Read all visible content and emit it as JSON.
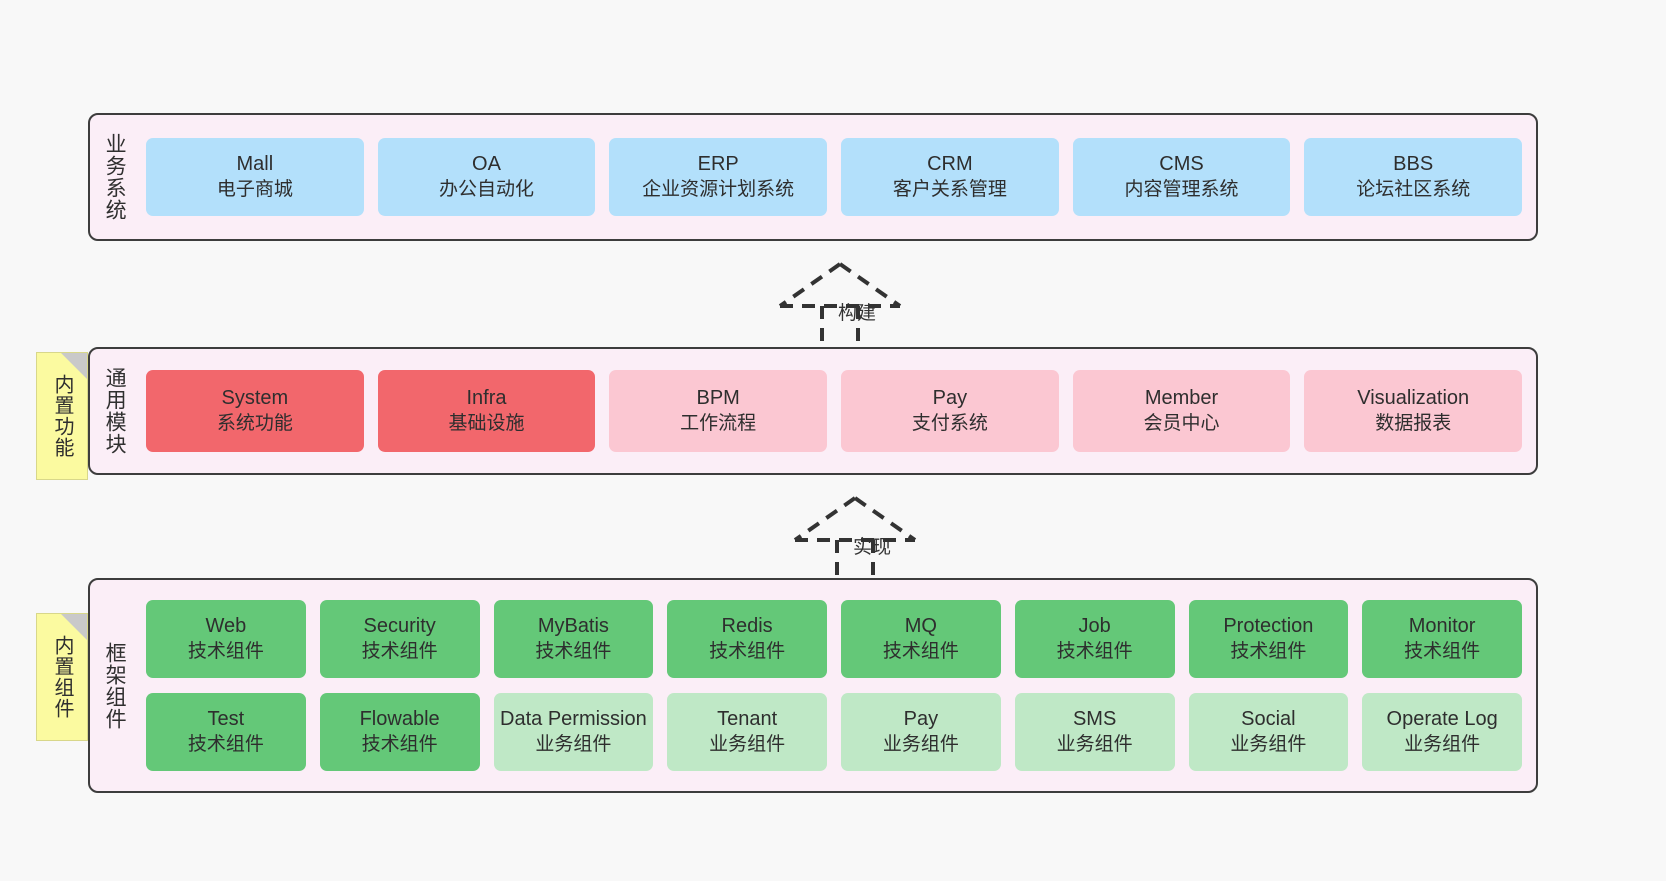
{
  "layers": [
    {
      "id": "business",
      "title": "业务系统",
      "style": "blue",
      "rows": [
        [
          {
            "name": "Mall",
            "desc": "电子商城",
            "color": "blue"
          },
          {
            "name": "OA",
            "desc": "办公自动化",
            "color": "blue"
          },
          {
            "name": "ERP",
            "desc": "企业资源计划系统",
            "color": "blue"
          },
          {
            "name": "CRM",
            "desc": "客户关系管理",
            "color": "blue"
          },
          {
            "name": "CMS",
            "desc": "内容管理系统",
            "color": "blue"
          },
          {
            "name": "BBS",
            "desc": "论坛社区系统",
            "color": "blue"
          }
        ]
      ]
    },
    {
      "id": "common-module",
      "title": "通用模块",
      "note": "内置功能",
      "rows": [
        [
          {
            "name": "System",
            "desc": "系统功能",
            "color": "red"
          },
          {
            "name": "Infra",
            "desc": "基础设施",
            "color": "red"
          },
          {
            "name": "BPM",
            "desc": "工作流程",
            "color": "pink"
          },
          {
            "name": "Pay",
            "desc": "支付系统",
            "color": "pink"
          },
          {
            "name": "Member",
            "desc": "会员中心",
            "color": "pink"
          },
          {
            "name": "Visualization",
            "desc": "数据报表",
            "color": "pink"
          }
        ]
      ]
    },
    {
      "id": "framework",
      "title": "框架组件",
      "note": "内置组件",
      "rows": [
        [
          {
            "name": "Web",
            "desc": "技术组件",
            "color": "green"
          },
          {
            "name": "Security",
            "desc": "技术组件",
            "color": "green"
          },
          {
            "name": "MyBatis",
            "desc": "技术组件",
            "color": "green"
          },
          {
            "name": "Redis",
            "desc": "技术组件",
            "color": "green"
          },
          {
            "name": "MQ",
            "desc": "技术组件",
            "color": "green"
          },
          {
            "name": "Job",
            "desc": "技术组件",
            "color": "green"
          },
          {
            "name": "Protection",
            "desc": "技术组件",
            "color": "green"
          },
          {
            "name": "Monitor",
            "desc": "技术组件",
            "color": "green"
          }
        ],
        [
          {
            "name": "Test",
            "desc": "技术组件",
            "color": "green"
          },
          {
            "name": "Flowable",
            "desc": "技术组件",
            "color": "green"
          },
          {
            "name": "Data Permission",
            "desc": "业务组件",
            "color": "greenlite"
          },
          {
            "name": "Tenant",
            "desc": "业务组件",
            "color": "greenlite"
          },
          {
            "name": "Pay",
            "desc": "业务组件",
            "color": "greenlite"
          },
          {
            "name": "SMS",
            "desc": "业务组件",
            "color": "greenlite"
          },
          {
            "name": "Social",
            "desc": "业务组件",
            "color": "greenlite"
          },
          {
            "name": "Operate Log",
            "desc": "业务组件",
            "color": "greenlite"
          }
        ]
      ]
    }
  ],
  "connectors": [
    {
      "id": "build",
      "label": "构建"
    },
    {
      "id": "implement",
      "label": "实现"
    }
  ],
  "colors": {
    "band_bg": "#fbeef7",
    "band_border": "#3d3d3d",
    "blue": "#b3e0fb",
    "red": "#f2676c",
    "pink": "#fbc7d2",
    "green": "#64c878",
    "greenlite": "#bfe8c6",
    "note_bg": "#fbfaa0",
    "canvas": "#f8f8f8"
  }
}
